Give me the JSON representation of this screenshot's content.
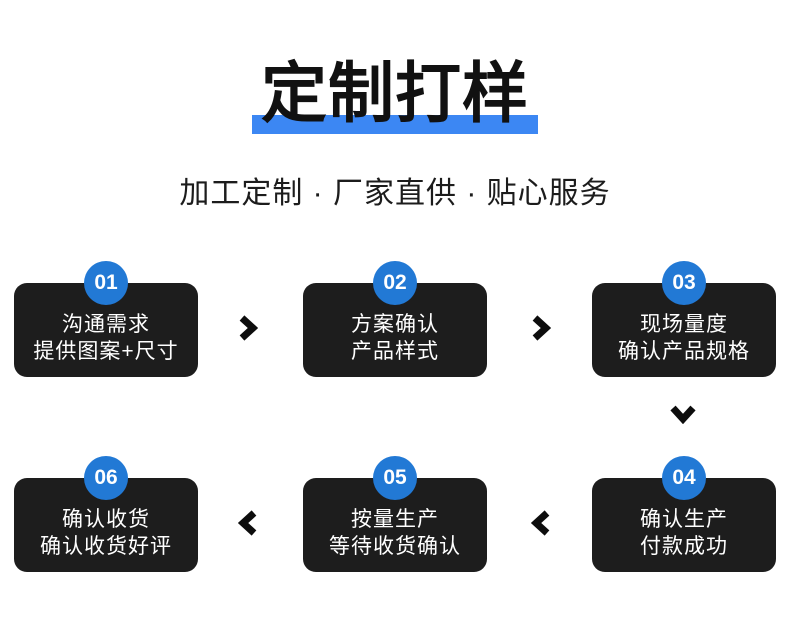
{
  "header": {
    "title": "定制打样",
    "subtitle": "加工定制 · 厂家直供 · 贴心服务"
  },
  "colors": {
    "accent_bar": "#3c87f3",
    "badge_bg": "#2279d5",
    "box_bg": "#1d1d1d",
    "arrow": "#0d0d0d",
    "text_on_box": "#ffffff"
  },
  "steps": [
    {
      "num": "01",
      "line1": "沟通需求",
      "line2": "提供图案+尺寸"
    },
    {
      "num": "02",
      "line1": "方案确认",
      "line2": "产品样式"
    },
    {
      "num": "03",
      "line1": "现场量度",
      "line2": "确认产品规格"
    },
    {
      "num": "04",
      "line1": "确认生产",
      "line2": "付款成功"
    },
    {
      "num": "05",
      "line1": "按量生产",
      "line2": "等待收货确认"
    },
    {
      "num": "06",
      "line1": "确认收货",
      "line2": "确认收货好评"
    }
  ],
  "flow": {
    "arrow_directions": [
      "right",
      "right",
      "down",
      "left",
      "left"
    ]
  }
}
